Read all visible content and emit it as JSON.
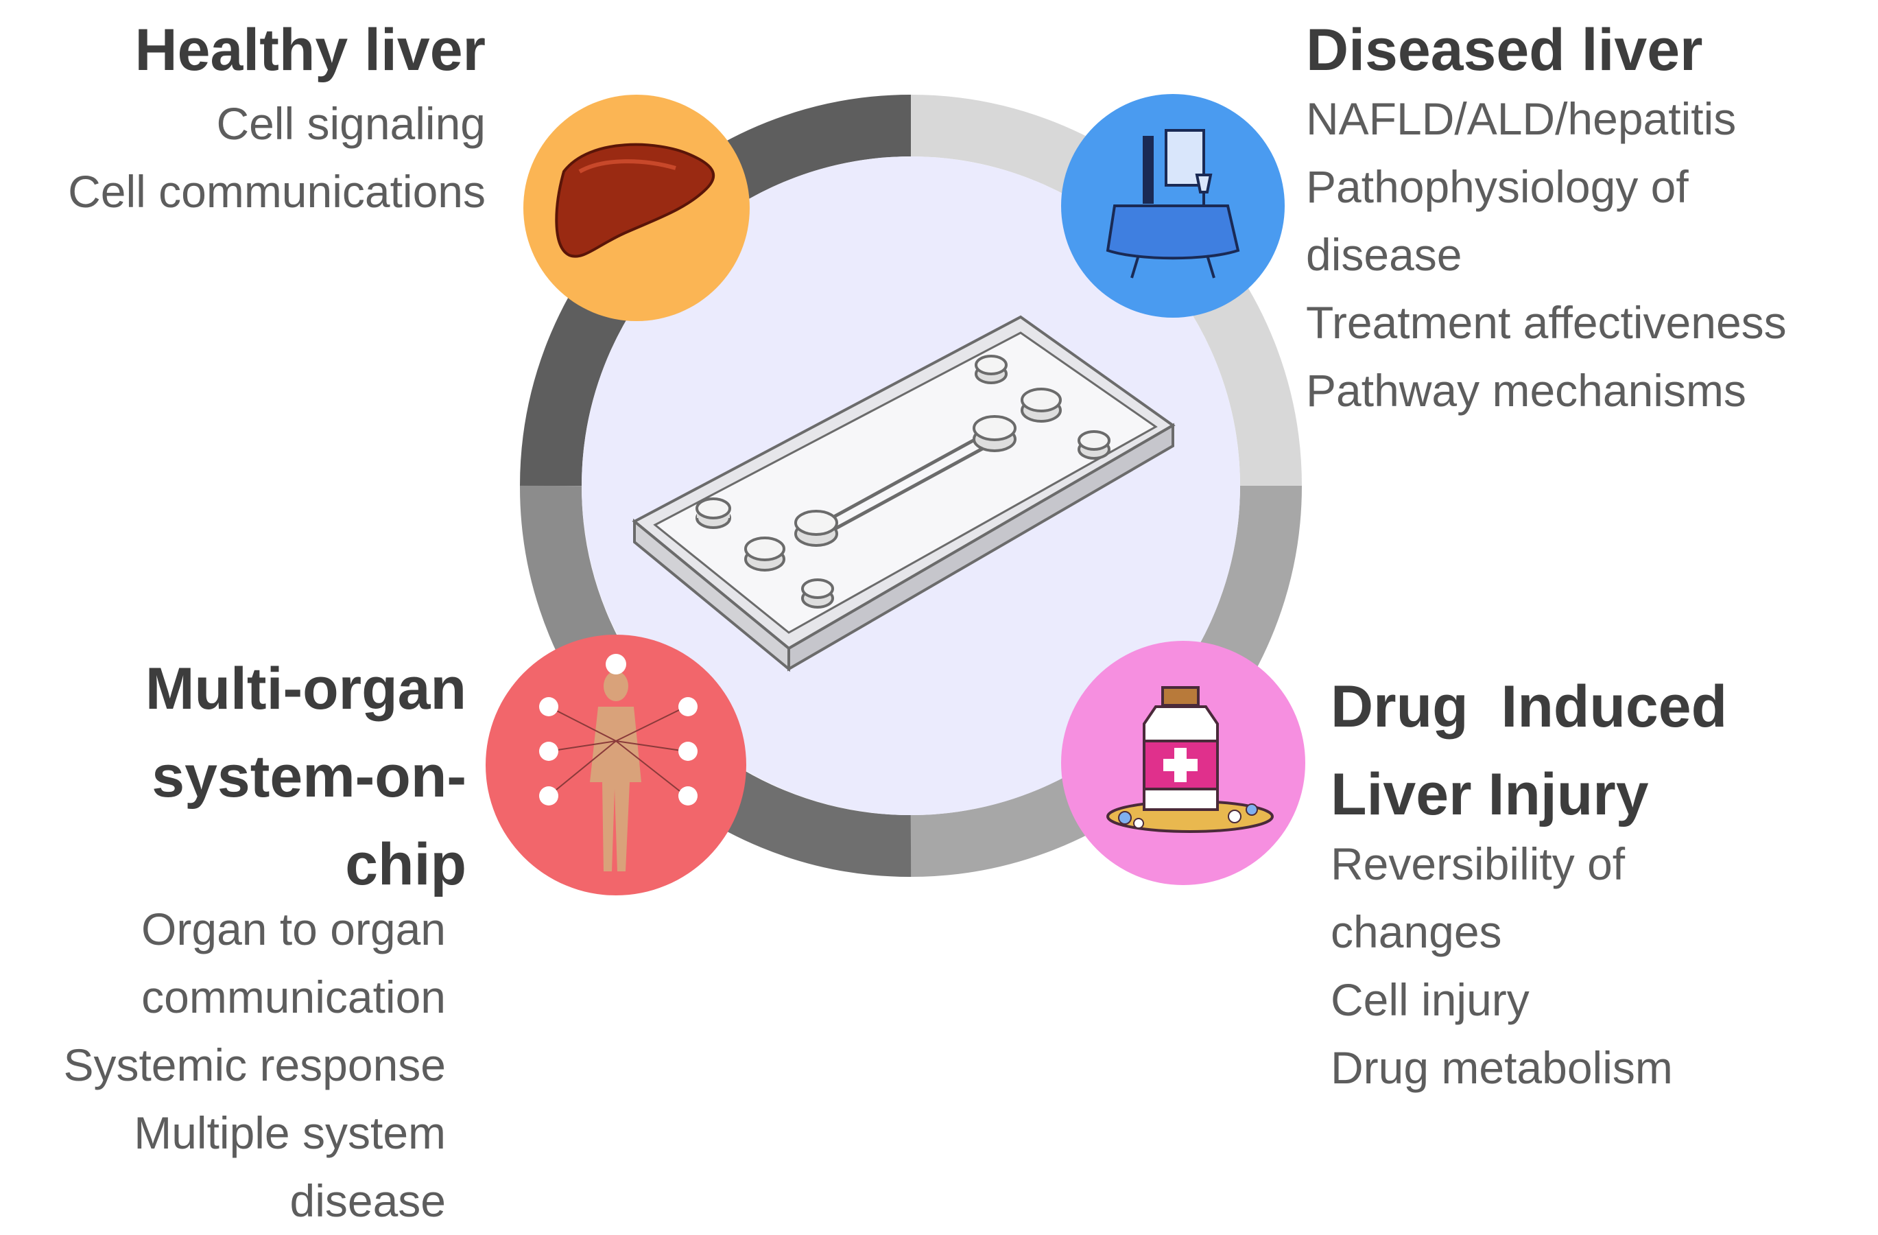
{
  "quadrants": {
    "healthy": {
      "title": "Healthy liver",
      "items": [
        "Cell signaling",
        "Cell communications"
      ],
      "icon": "liver-icon",
      "circle_color": "#fbb554"
    },
    "diseased": {
      "title": "Diseased liver",
      "items": [
        "NAFLD/ALD/hepatitis",
        "Pathophysiology of",
        "disease",
        "Treatment affectiveness",
        "Pathway mechanisms"
      ],
      "icon": "dinner-table-icon",
      "circle_color": "#4a9bf0"
    },
    "multi_organ": {
      "title_lines": [
        "Multi-organ",
        "system-on-",
        "chip"
      ],
      "items": [
        "Organ to organ",
        "communication",
        "Systemic response",
        "Multiple system",
        "disease"
      ],
      "icon": "human-body-organs-icon",
      "circle_color": "#f2666b"
    },
    "dili": {
      "title_lines": [
        "Drug  Induced",
        "Liver Injury"
      ],
      "items": [
        "Reversibility of",
        "changes",
        "Cell injury",
        "Drug metabolism"
      ],
      "icon": "medicine-bottle-pills-icon",
      "circle_color": "#f68fe0"
    }
  },
  "center": {
    "icon": "microfluidic-chip-icon",
    "disc_color": "#ebebfd"
  },
  "ring_colors": [
    "#5e5e5e",
    "#d8d8d8",
    "#a7a7a7",
    "#8c8c8c",
    "#6f6f6f"
  ]
}
